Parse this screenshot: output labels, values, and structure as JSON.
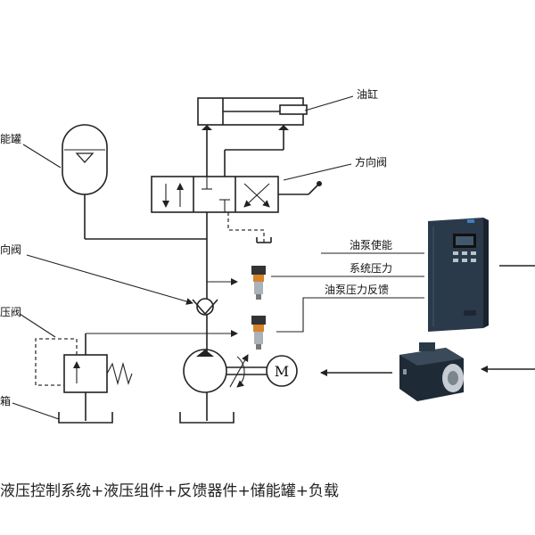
{
  "labels": {
    "cylinder": "油缸",
    "accumulator": "能罐",
    "direction_valve": "方向阀",
    "check_valve": "向阀",
    "relief_valve": "压阀",
    "tank": "箱",
    "pump_enable": "油泵使能",
    "system_pressure": "系统压力",
    "pump_pressure_feedback": "油泵压力反馈",
    "motor": "M"
  },
  "caption": "液压控制系统+液压组件+反馈器件+储能罐+负载",
  "colors": {
    "line": "#222222",
    "drive_body": "#2b3a4a",
    "drive_face": "#1c2733",
    "motor_body": "#1e2a36",
    "sensor_orange": "#d9822b"
  }
}
